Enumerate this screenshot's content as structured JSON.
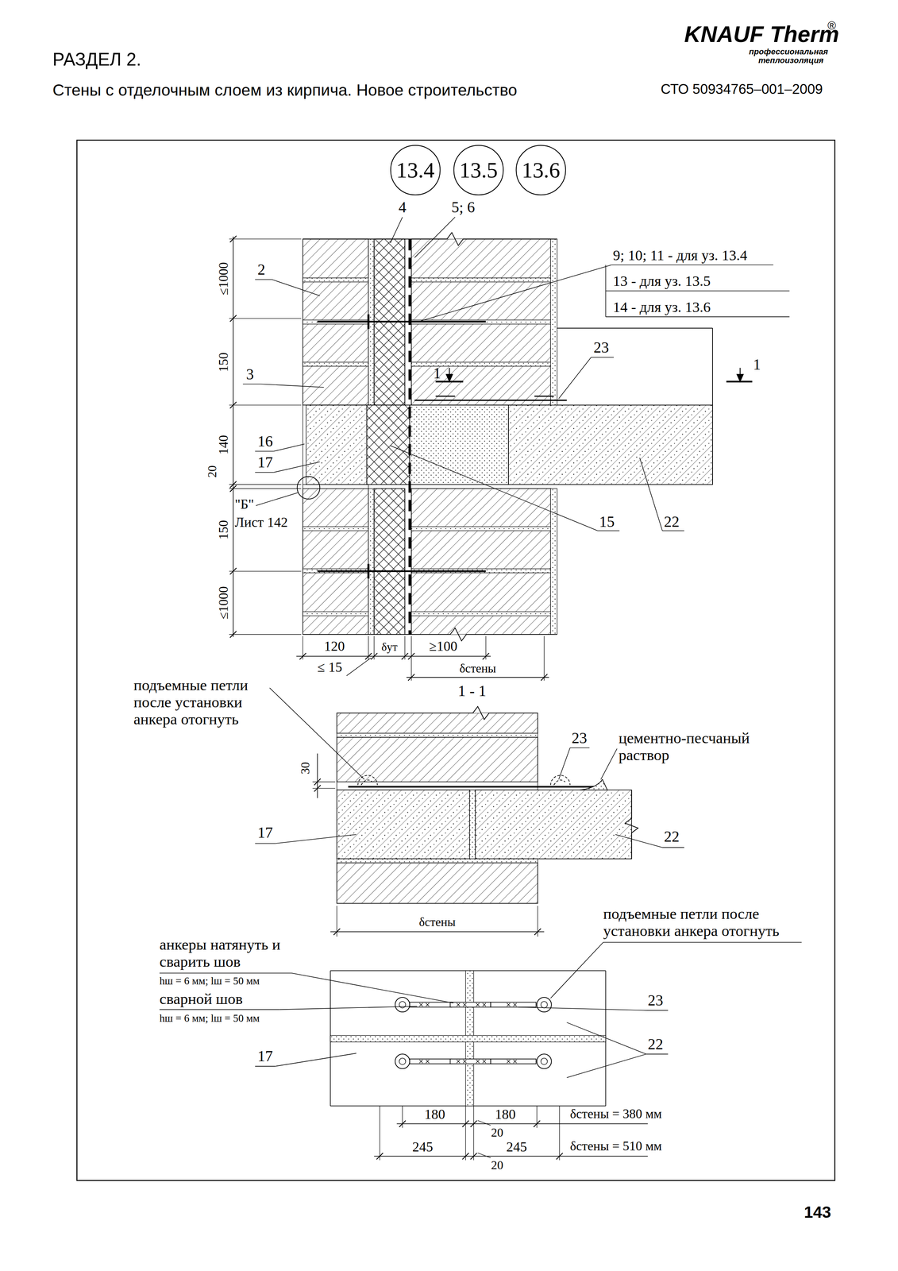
{
  "diagram": {
    "title": "Стены с отделочным слоем из кирпича. Новое строительство",
    "nodes": [
      {
        "text": [
          "13.4"
        ]
      },
      {
        "text": [
          "13.5"
        ]
      },
      {
        "text": [
          "13.6"
        ]
      }
    ],
    "edges": [],
    "labels": [
      "РАЗДЕЛ 2.",
      "KNAUF Therm",
      "®",
      "профессиональная теплоизоляция",
      "СТО 50934765–001–2009",
      "4",
      "5; 6",
      "9; 10; 11 - для уз. 13.4",
      "13 - для уз. 13.5",
      "14 - для уз. 13.6",
      "2",
      "≤1000",
      "150",
      "3",
      "23",
      "1",
      "1",
      "140",
      "16",
      "17",
      "20",
      "\"Б\"",
      "Лист 142",
      "15",
      "22",
      "150",
      "≤1000",
      "120",
      "δут",
      "≥100",
      "≤ 15",
      "δстены",
      "подъемные петли после установки анкера отогнуть",
      "1 - 1",
      "30",
      "23",
      "цементно-песчаный раствор",
      "17",
      "22",
      "δстены",
      "анкеры натянуть и сварить шов",
      "hш = 6 мм; lш = 50 мм",
      "сварной шов",
      "hш = 6 мм; lш = 50 мм",
      "подъемные петли после установки анкера отогнуть",
      "23",
      "22",
      "17",
      "180",
      "180",
      "20",
      "δстены = 380 мм",
      "245",
      "245",
      "20",
      "δстены = 510 мм",
      "143"
    ]
  }
}
